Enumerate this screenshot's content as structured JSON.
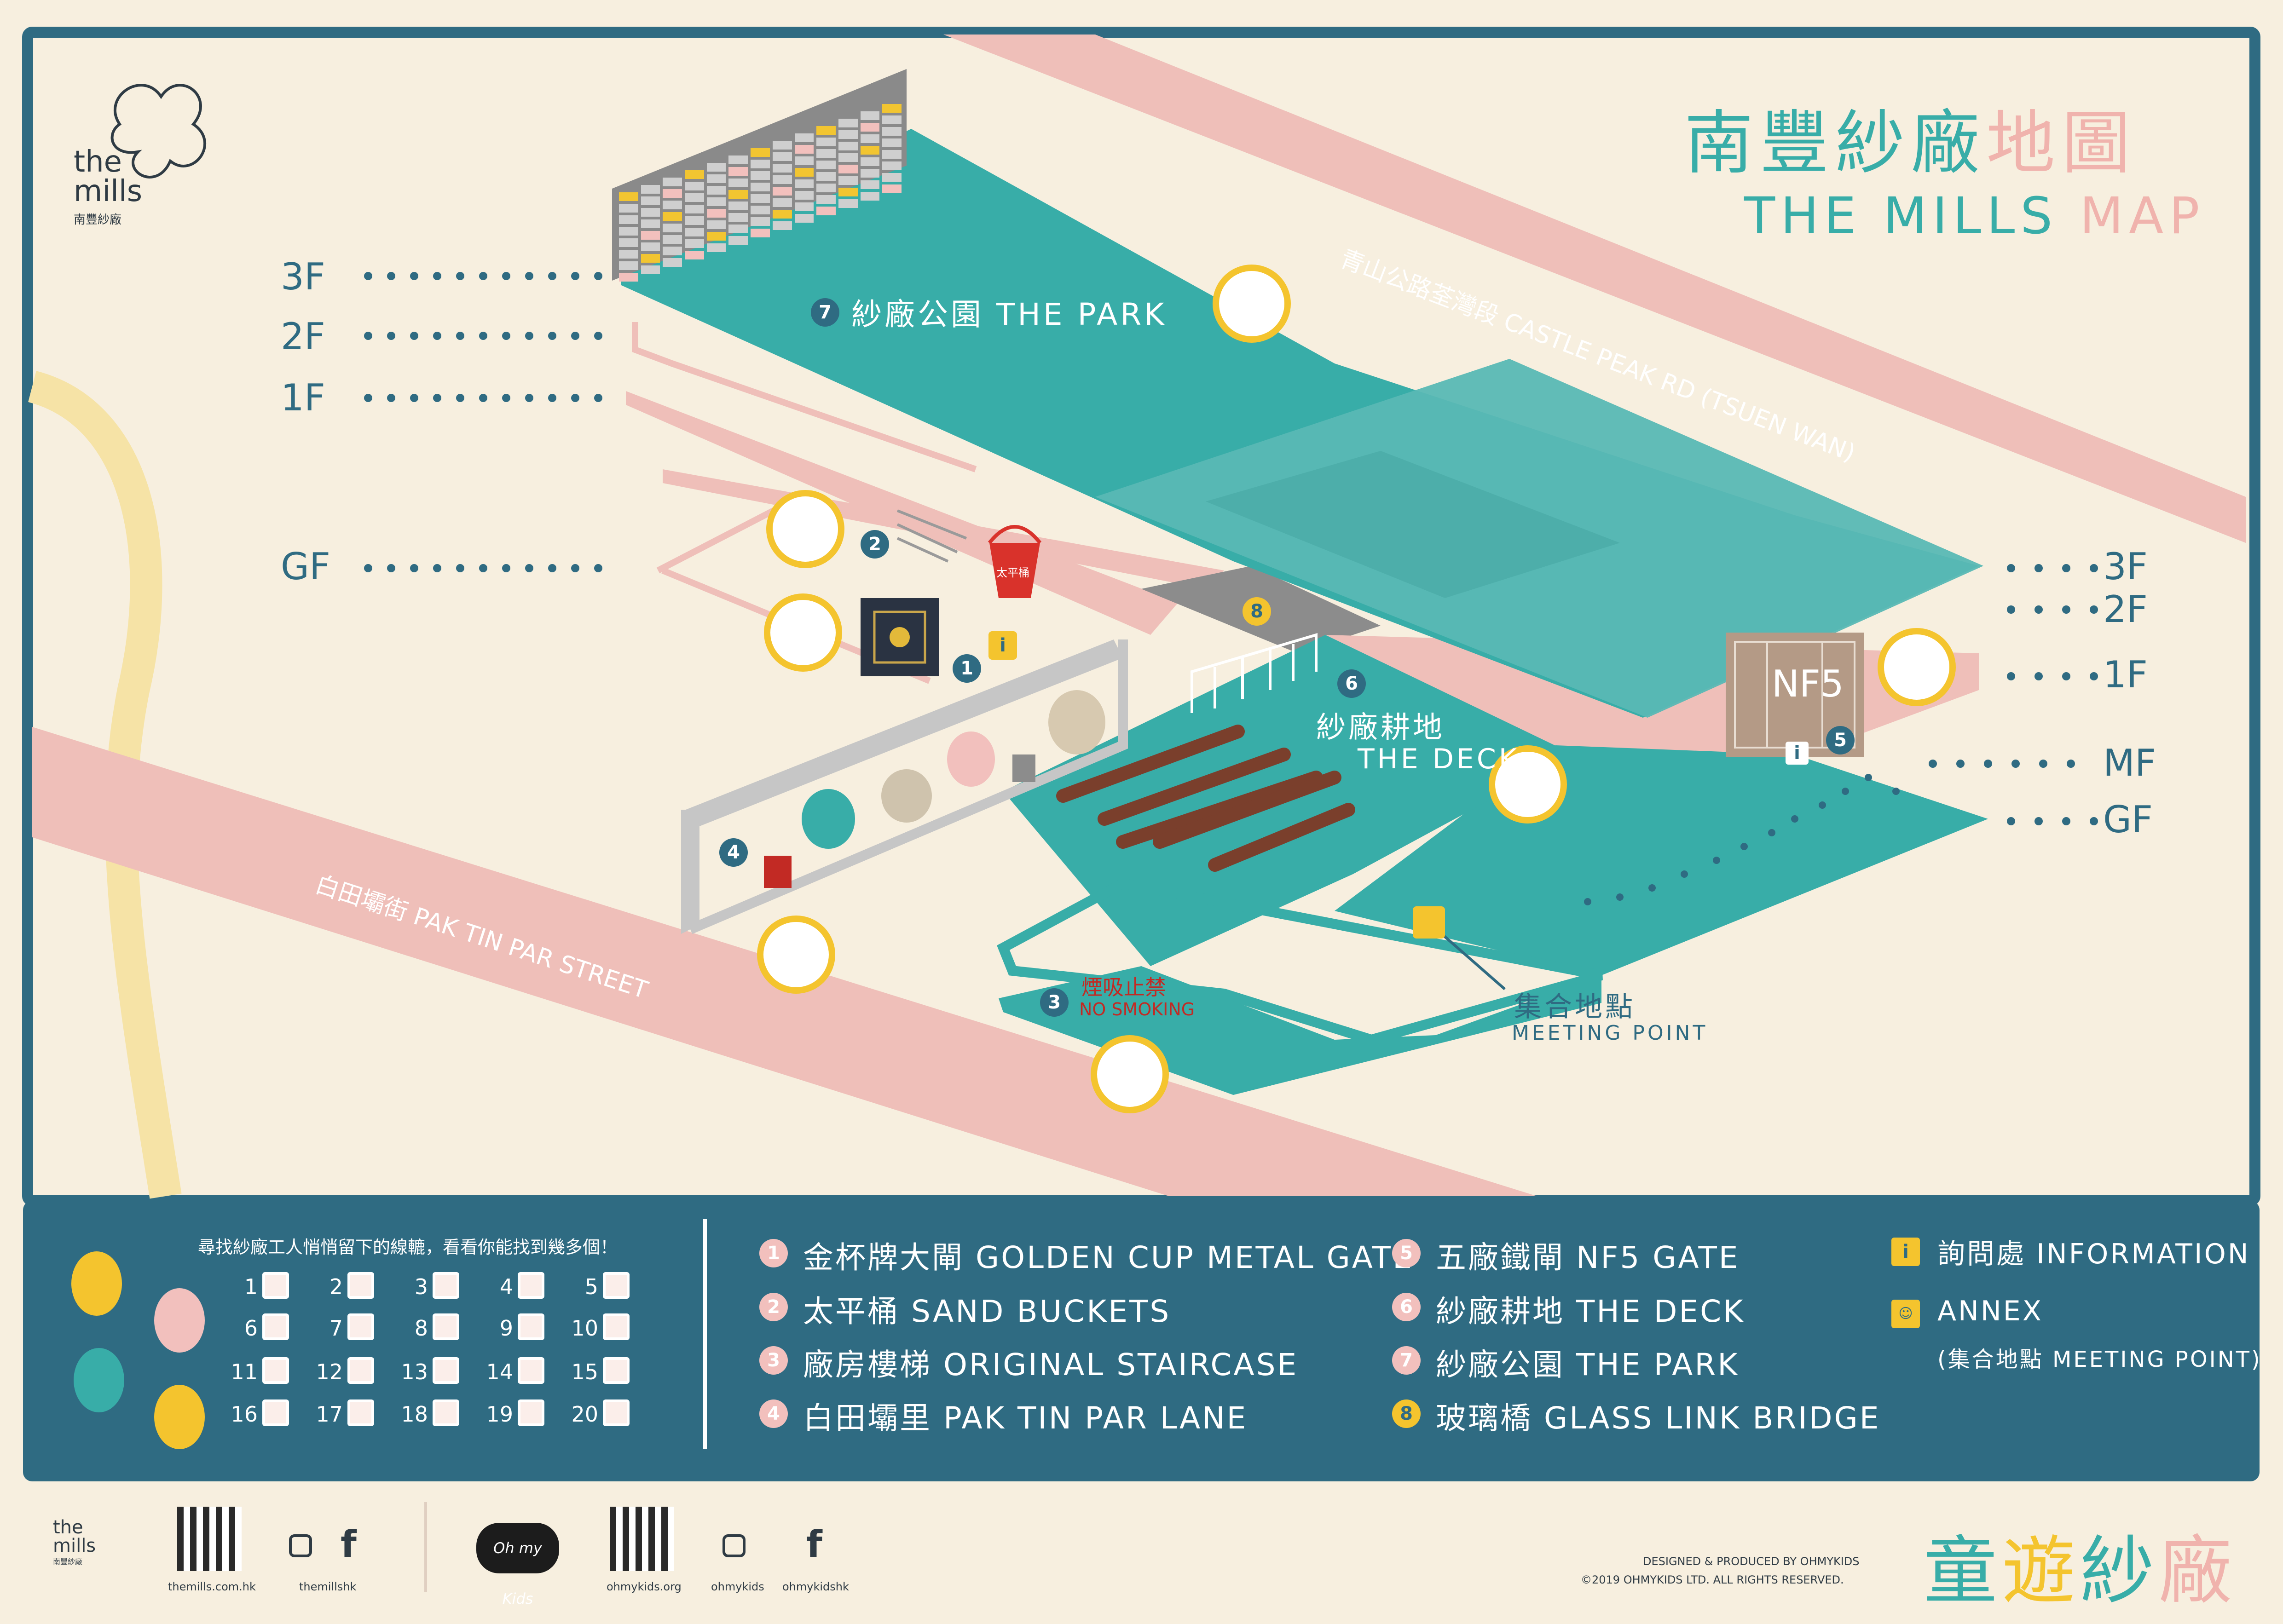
{
  "logo": {
    "line1": "the",
    "line2": "mills",
    "sub": "南豐紗廠"
  },
  "title": {
    "zh_main": "南豐紗廠",
    "zh_accent": "地圖",
    "en_main": "THE MILLS",
    "en_accent": "MAP"
  },
  "roads": {
    "castle_peak": "青山公路荃灣段  CASTLE PEAK RD (TSUEN WAN)",
    "pak_tin_par": "白田壩街  PAK TIN PAR STREET"
  },
  "floors_left": [
    "3F",
    "2F",
    "1F",
    "GF"
  ],
  "floors_right": [
    "3F",
    "2F",
    "1F",
    "MF",
    "GF"
  ],
  "map_labels": {
    "park": "紗廠公園 THE PARK",
    "deck_zh": "紗廠耕地",
    "deck_en": "THE DECK",
    "no_smoking_zh": "煙吸止禁",
    "no_smoking_en": "NO SMOKING",
    "meeting_zh": "集合地點",
    "meeting_en": "MEETING POINT",
    "bucket_text": "太平桶",
    "nf5_sign": "NF5"
  },
  "markers": {
    "m1": "1",
    "m2": "2",
    "m3": "3",
    "m4": "4",
    "m5": "5",
    "m6": "6",
    "m7": "7",
    "m8": "8",
    "info": "i"
  },
  "legend": {
    "prompt": "尋找紗廠工人悄悄留下的線轆，看看你能找到幾多個！",
    "checkboxes": [
      "1",
      "2",
      "3",
      "4",
      "5",
      "6",
      "7",
      "8",
      "9",
      "10",
      "11",
      "12",
      "13",
      "14",
      "15",
      "16",
      "17",
      "18",
      "19",
      "20"
    ],
    "items_col1": [
      {
        "num": "1",
        "text": "金杯牌大閘 GOLDEN CUP METAL GATE"
      },
      {
        "num": "2",
        "text": "太平桶 SAND BUCKETS"
      },
      {
        "num": "3",
        "text": "廠房樓梯 ORIGINAL STAIRCASE"
      },
      {
        "num": "4",
        "text": "白田壩里 PAK TIN PAR LANE"
      }
    ],
    "items_col2": [
      {
        "num": "5",
        "text": "五廠鐵閘 NF5 GATE"
      },
      {
        "num": "6",
        "text": "紗廠耕地 THE DECK"
      },
      {
        "num": "7",
        "text": "紗廠公園 THE PARK"
      },
      {
        "num": "8",
        "text": "玻璃橋 GLASS LINK BRIDGE"
      }
    ],
    "info": {
      "icon": "i",
      "text": "詢問處 INFORMATION"
    },
    "annex": {
      "text": "ANNEX",
      "sub": "(集合地點 MEETING POINT)"
    }
  },
  "footer": {
    "site1": "themills.com.hk",
    "social1": "themillshk",
    "ohmykids_logo": "Oh my Kids",
    "site2": "ohmykids.org",
    "social2": "ohmykids",
    "social3": "ohmykidshk",
    "credit": "DESIGNED & PRODUCED BY OHMYKIDS",
    "copyright": "©2019  OHMYKIDS LTD. ALL RIGHTS RESERVED.",
    "brand": [
      "童",
      "遊",
      "紗",
      "廠"
    ]
  },
  "colors": {
    "teal": "#38ada8",
    "navy": "#2f6b82",
    "pink": "#efbfb9",
    "cream": "#f7efdf",
    "yellow": "#f4c42e",
    "title_pink": "#f0b3ad"
  }
}
